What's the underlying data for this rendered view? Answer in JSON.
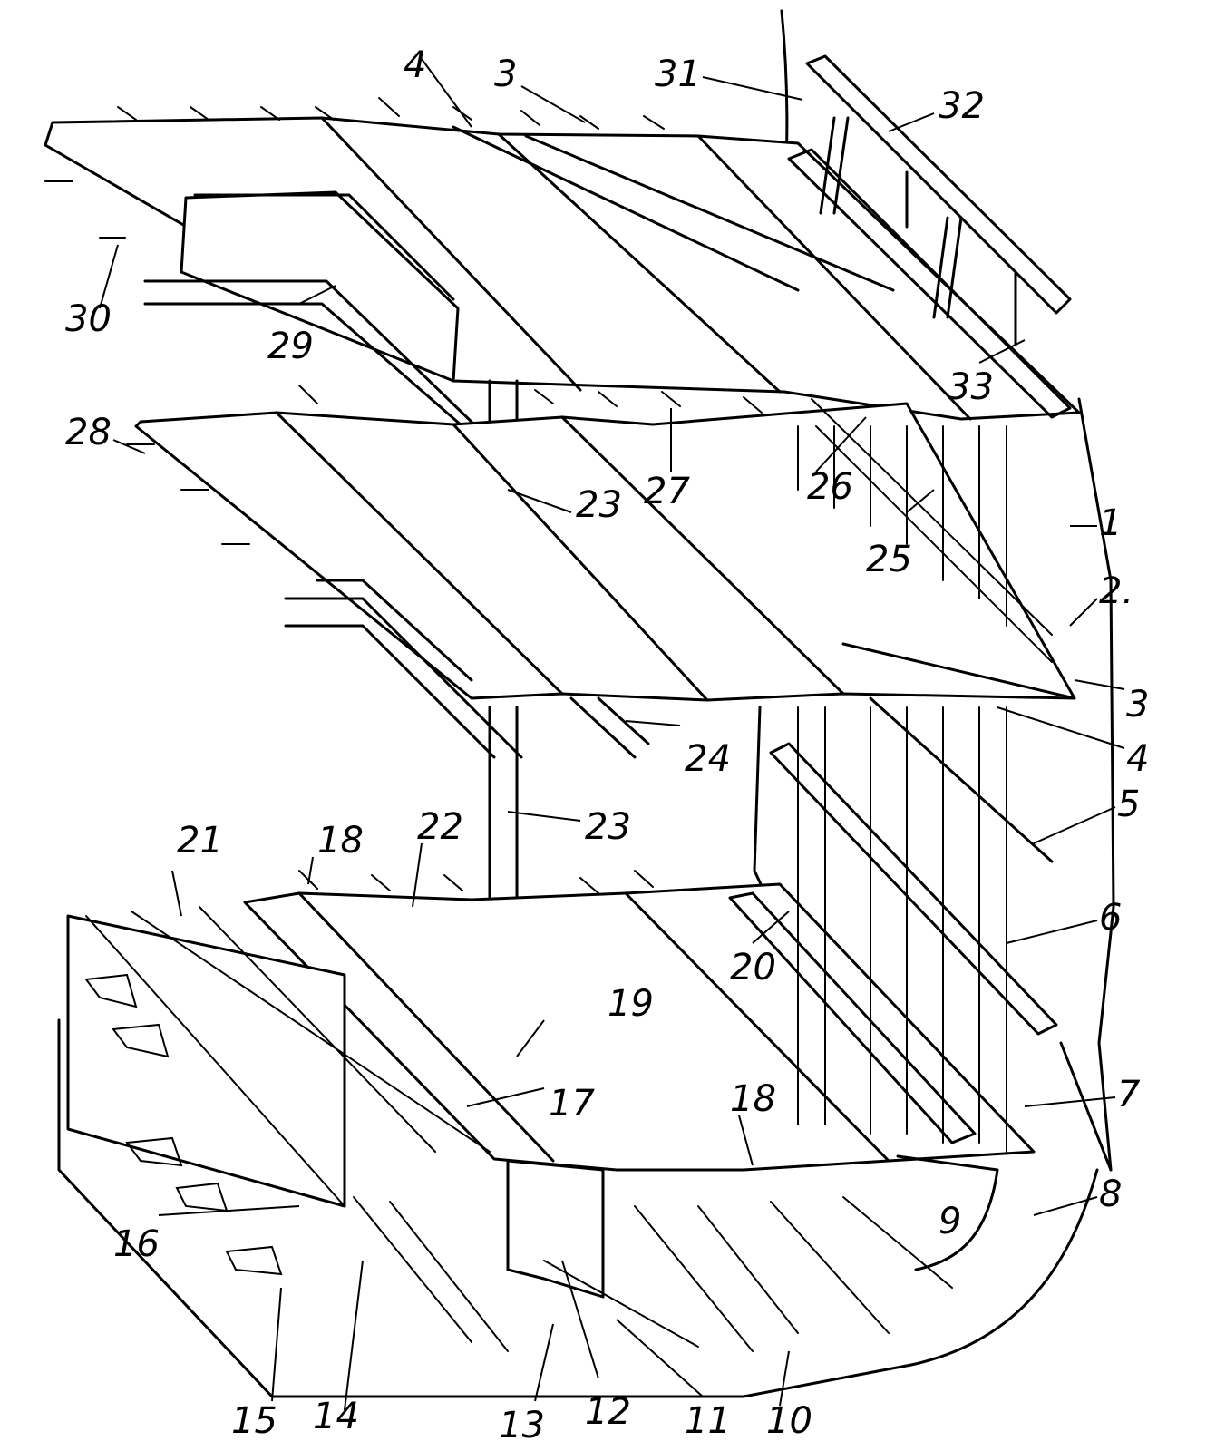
{
  "labels": {
    "l1": "1",
    "l2": "2.",
    "l3a": "3",
    "l3b": "3",
    "l4a": "4",
    "l4b": "4",
    "l5": "5",
    "l6": "6",
    "l7": "7",
    "l8": "8",
    "l9": "9",
    "l10": "10",
    "l11": "11",
    "l12": "12",
    "l13": "13",
    "l14": "14",
    "l15": "15",
    "l16": "16",
    "l17": "17",
    "l18a": "18",
    "l18b": "18",
    "l19": "19",
    "l20": "20",
    "l21": "21",
    "l22": "22",
    "l23a": "23",
    "l23b": "23",
    "l24": "24",
    "l25": "25",
    "l26": "26",
    "l27": "27",
    "l28": "28",
    "l29": "29",
    "l30": "30",
    "l31": "31",
    "l32": "32",
    "l33": "33"
  }
}
